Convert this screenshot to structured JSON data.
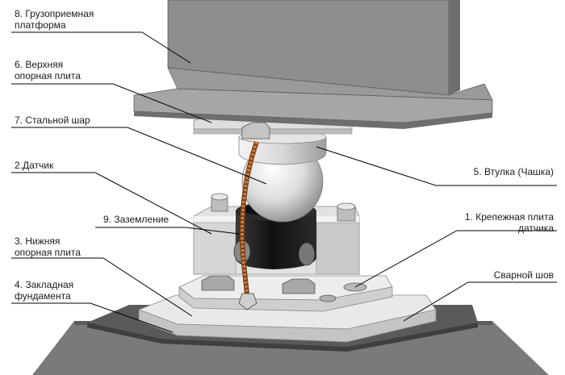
{
  "labels": {
    "platform": {
      "line1": "8. Грузоприемная",
      "line2": "платформа"
    },
    "upper_plate": {
      "line1": "6. Верхняя",
      "line2": "опорная плита"
    },
    "steel_ball": {
      "text": "7. Стальной шар"
    },
    "sensor": {
      "text": "2.Датчик"
    },
    "sleeve": {
      "text": "5. Втулка (Чашка)"
    },
    "grounding": {
      "text": "9. Заземление"
    },
    "mount_plate": {
      "line1": "1. Крепежная плита",
      "line2": "датчика"
    },
    "lower_plate": {
      "line1": "3. Нижняя",
      "line2": "опорная плита"
    },
    "weld": {
      "text": "Сварной шов"
    },
    "embedded": {
      "line1": "4. Закладная",
      "line2": "фундамента"
    }
  },
  "colors": {
    "steel_light": "#e6e6e6",
    "steel_mid": "#bdbdbd",
    "steel_dark": "#6f6f6f",
    "beam": "#8a8a8a",
    "foundation": "#6b6b6b",
    "cup_black": "#1b1b1b",
    "copper": "#c87437",
    "leader_line": "#000000"
  }
}
